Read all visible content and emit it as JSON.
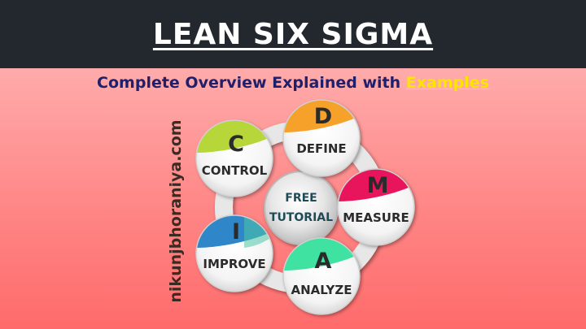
{
  "header": {
    "title": "LEAN SIX SIGMA",
    "subtitle_main": "Complete Overview Explained with",
    "subtitle_highlight": "Examples"
  },
  "watermark": "nikunjbhoraniya.com",
  "center": {
    "line1": "FREE",
    "line2": "TUTORIAL"
  },
  "phases": [
    {
      "letter": "D",
      "label": "DEFINE",
      "color": "#f5a12a"
    },
    {
      "letter": "M",
      "label": "MEASURE",
      "color": "#e8155c"
    },
    {
      "letter": "A",
      "label": "ANALYZE",
      "color": "#3fe2a0"
    },
    {
      "letter": "I",
      "label": "IMPROVE",
      "color": "#2f86c9"
    },
    {
      "letter": "C",
      "label": "CONTROL",
      "color": "#b7d63a"
    }
  ],
  "colors": {
    "header_bg": "#23282e",
    "title": "#ffffff",
    "subtitle": "#1f1f6b",
    "highlight": "#ffe600"
  }
}
